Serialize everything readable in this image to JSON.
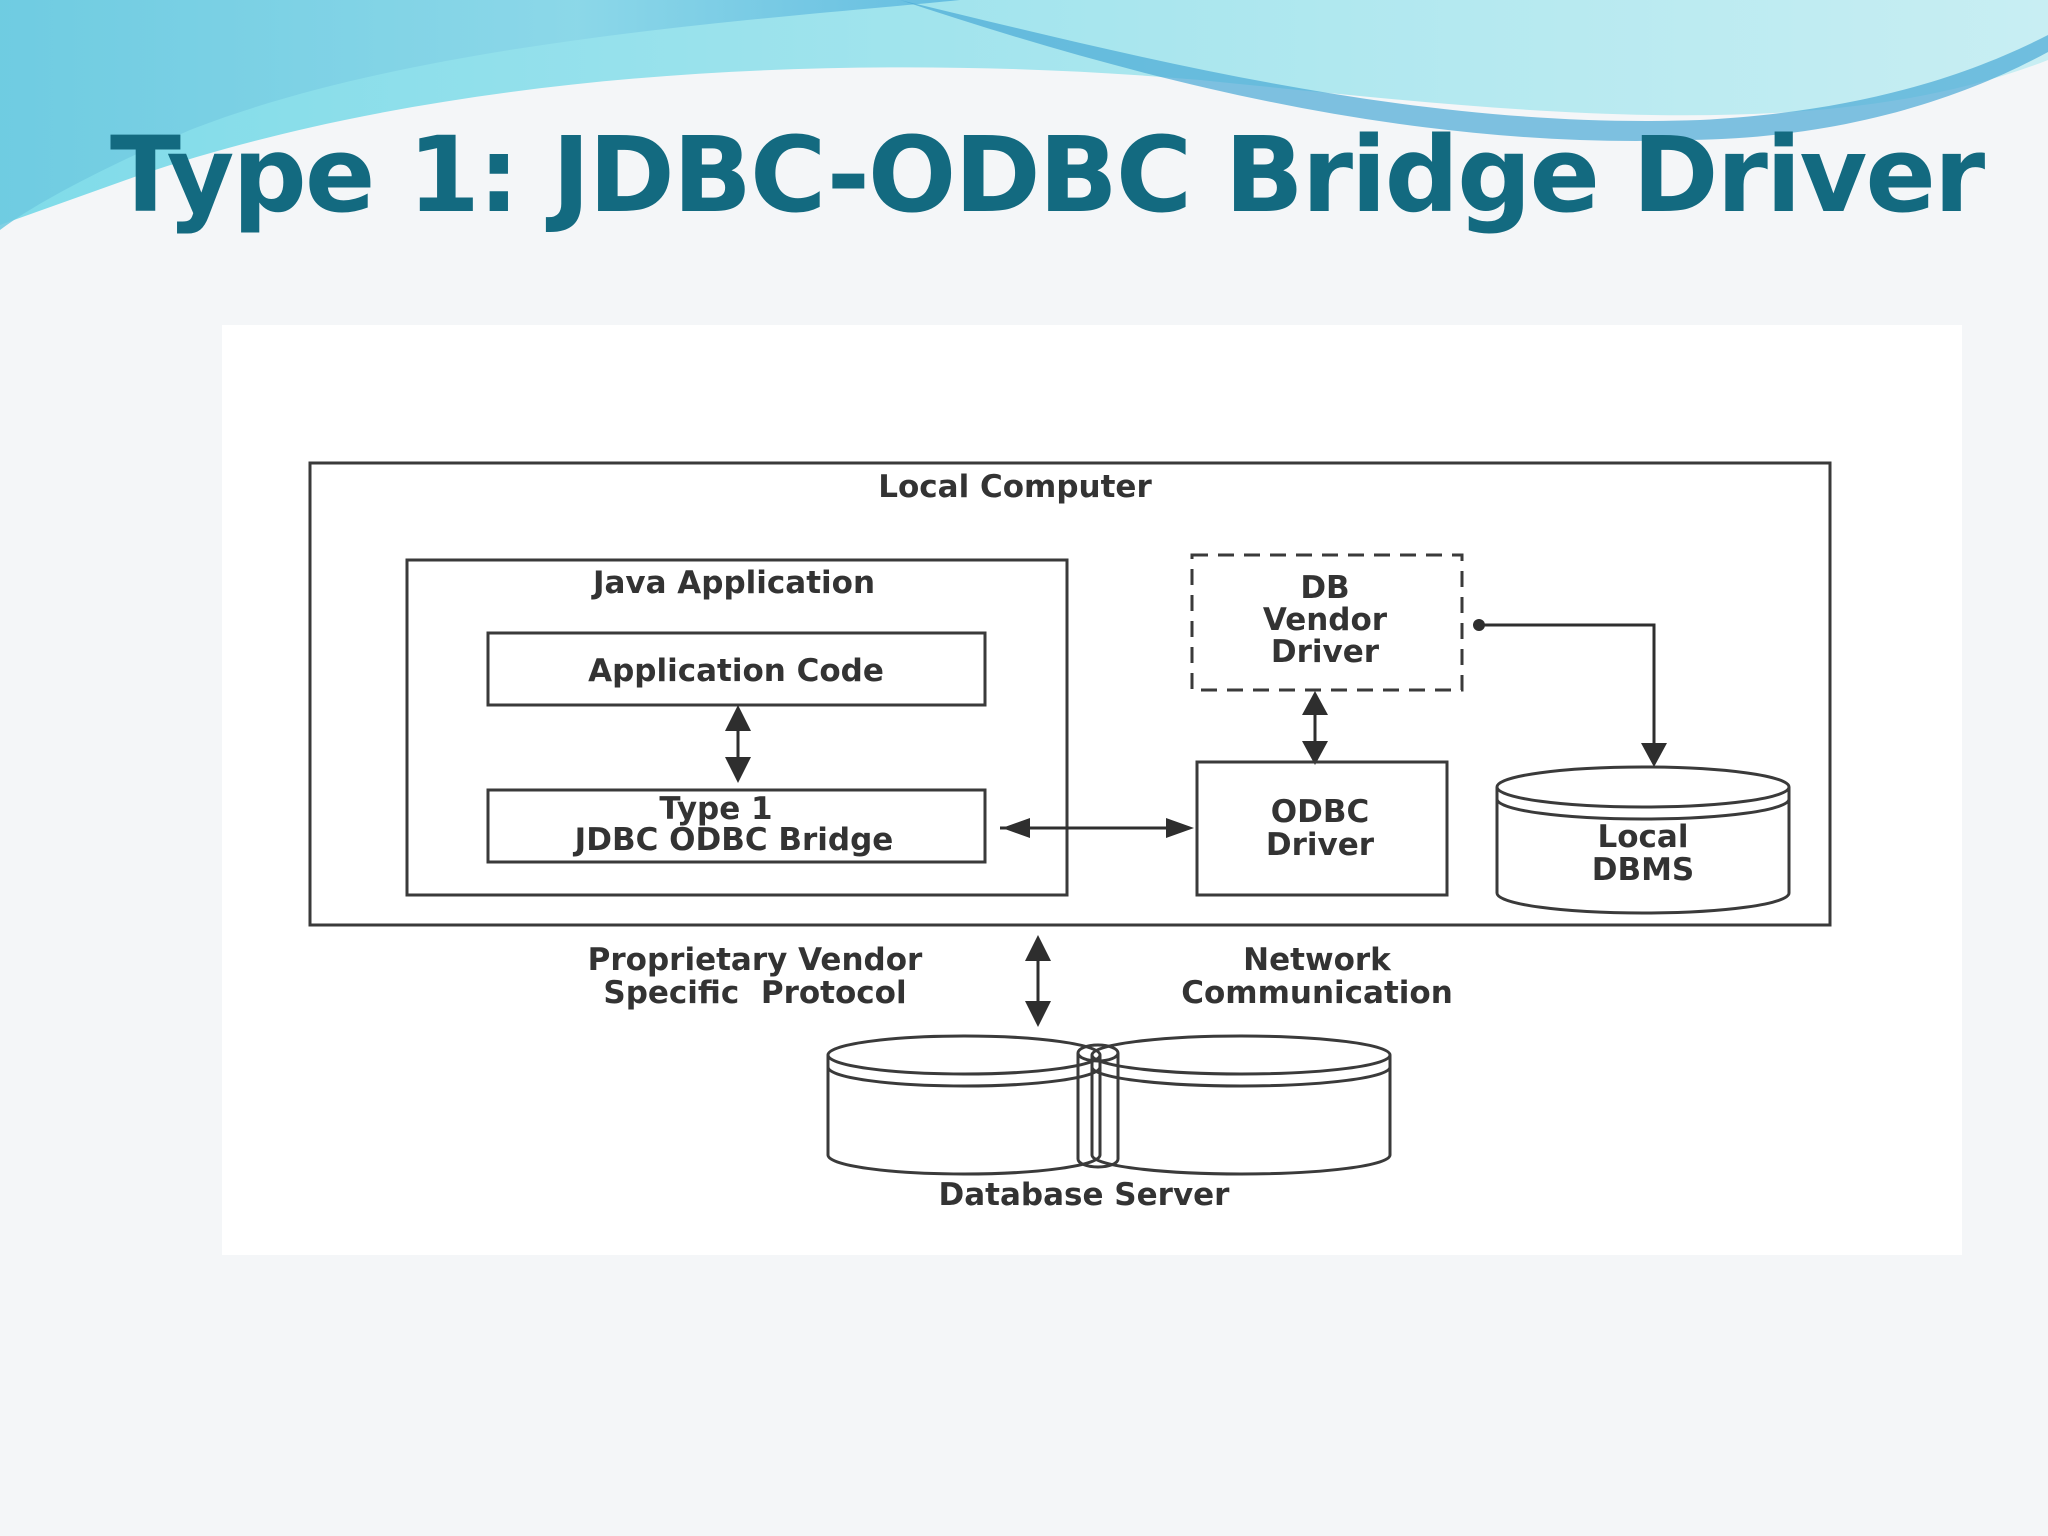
{
  "slide": {
    "title": "Type 1: JDBC-ODBC Bridge Driver",
    "colors": {
      "title": "#136a80",
      "banner_light": "#a8e6ef",
      "banner_mid": "#6fd3e4",
      "banner_deep": "#4aa9d6",
      "background": "#f4f6f8"
    }
  },
  "diagram": {
    "local_computer": "Local Computer",
    "java_application": "Java Application",
    "application_code": "Application Code",
    "bridge": {
      "line1": "Type 1",
      "line2": "JDBC ODBC Bridge"
    },
    "db_vendor_driver": {
      "line1": "DB",
      "line2": "Vendor",
      "line3": "Driver"
    },
    "odbc_driver": {
      "line1": "ODBC",
      "line2": "Driver"
    },
    "local_dbms": {
      "line1": "Local",
      "line2": "DBMS"
    },
    "protocol": {
      "line1": "Proprietary Vendor",
      "line2": "Specific  Protocol"
    },
    "network": {
      "line1": "Network",
      "line2": "Communication"
    },
    "database_server": "Database Server"
  }
}
